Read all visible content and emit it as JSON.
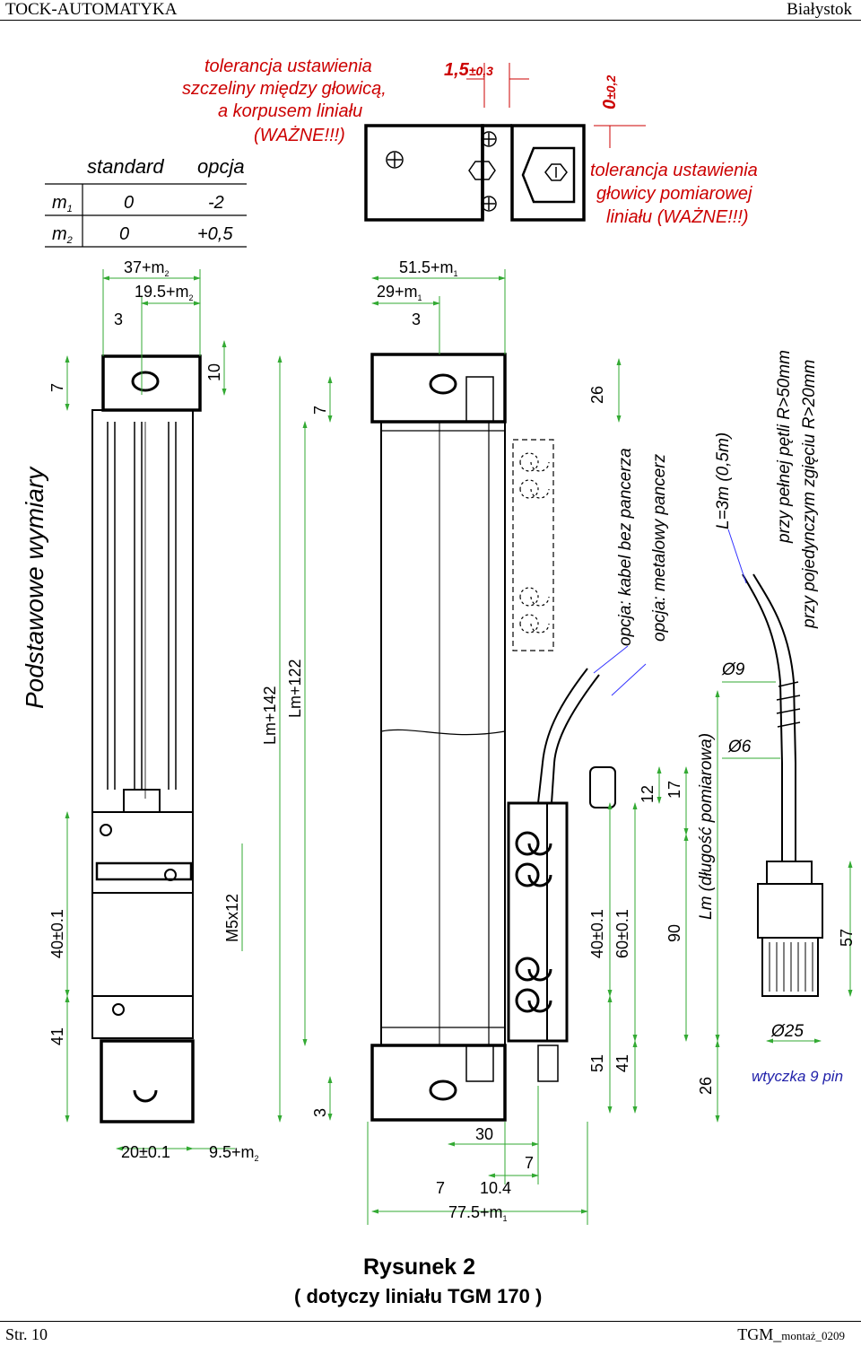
{
  "header": {
    "left": "TOCK-AUTOMATYKA",
    "right": "Białystok"
  },
  "footer": {
    "left": "Str. 10",
    "right_main": "TGM_",
    "right_sub": "montaż_0209"
  },
  "side_title": "Podstawowe wymiary",
  "gap_note": [
    "tolerancja ustawienia",
    "szczeliny między głowicą,",
    "a korpusem liniału",
    "(WAŻNE!!!)"
  ],
  "gap_tolerance": {
    "value": "1,5",
    "tol": "±0,3"
  },
  "head_tolerance": {
    "value": "0",
    "tol": "±0,2"
  },
  "head_note": [
    "tolerancja ustawienia",
    "głowicy pomiarowej",
    "liniału (WAŻNE!!!)"
  ],
  "table": {
    "headers": [
      "standard",
      "opcja"
    ],
    "rows": [
      {
        "label": "m",
        "sub": "1",
        "standard": "0",
        "opcja": "-2"
      },
      {
        "label": "m",
        "sub": "2",
        "standard": "0",
        "opcja": "+0,5"
      }
    ]
  },
  "dims": {
    "d37": "37+m",
    "d37s": "2",
    "d195": "19.5+m",
    "d195s": "2",
    "d3a": "3",
    "d7a": "7",
    "d10": "10",
    "d515": "51.5+m",
    "d515s": "1",
    "d29": "29+m",
    "d29s": "1",
    "d3b": "3",
    "d7b": "7",
    "d26a": "26",
    "lm142": "Lm+142",
    "lm122": "Lm+122",
    "d40": "40±0.1",
    "d41": "41",
    "m5": "M5x12",
    "d20": "20±0.1",
    "d95": "9.5+m",
    "d95s": "2",
    "d3c": "3",
    "d30": "30",
    "d7c": "7",
    "d7d": "7",
    "d104": "10.4",
    "d775": "77.5+m",
    "d775s": "1",
    "d12": "12",
    "d17": "17",
    "d40b": "40±0.1",
    "d60": "60±0.1",
    "d51": "51",
    "d41b": "41",
    "d90": "90",
    "d26b": "26",
    "lm": "Lm (długość pomiarowa)",
    "opt1": "opcja: kabel bez pancerza",
    "opt2": "opcja: metalowy pancerz",
    "cable": "L=3m (0,5m)",
    "bend1": "przy pełnej pętli R>50mm",
    "bend2": "przy pojedynczym zgięciu R>20mm",
    "phi9": "Ø9",
    "phi6": "Ø6",
    "phi25": "Ø25",
    "d57": "57",
    "plug": "wtyczka 9 pin"
  },
  "caption": {
    "title": "Rysunek 2",
    "subtitle": "( dotyczy liniału TGM 170 )"
  }
}
